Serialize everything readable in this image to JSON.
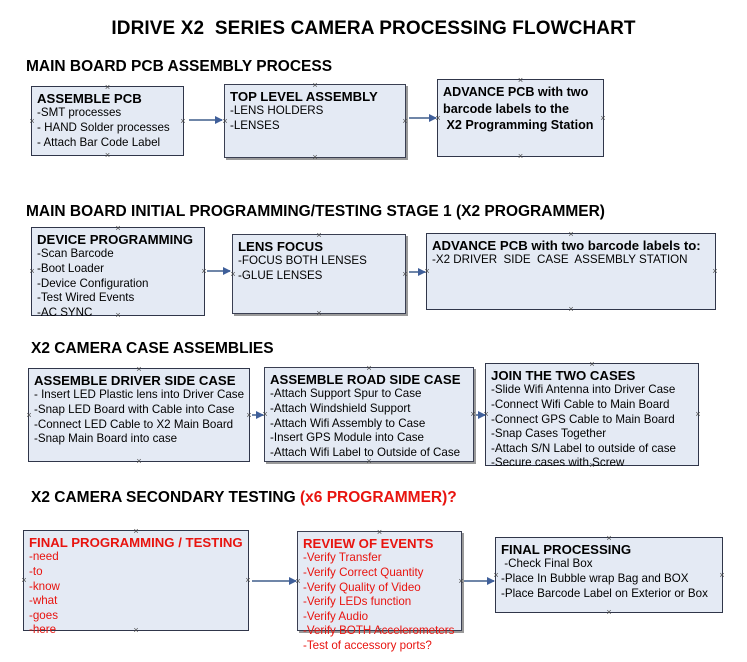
{
  "title": "IDRIVE X2  SERIES CAMERA PROCESSING FLOWCHART",
  "colors": {
    "node_fill": "#e4eaf4",
    "node_border": "#30364a",
    "arrow": "#6f86a8",
    "accent_red": "#e8140f",
    "text": "#000000"
  },
  "sections": [
    {
      "heading": "MAIN BOARD PCB ASSEMBLY PROCESS",
      "heading_accent": "",
      "nodes": [
        {
          "title": "ASSEMBLE PCB",
          "lines": [
            "-SMT processes",
            "- HAND Solder processes",
            "- Attach Bar Code Label"
          ],
          "red": false,
          "bold_body": false
        },
        {
          "title": "TOP LEVEL ASSEMBLY",
          "lines": [
            "-LENS HOLDERS",
            "-LENSES"
          ],
          "red": false,
          "bold_body": false
        },
        {
          "title": "ADVANCE PCB with two",
          "lines": [
            "barcode labels to the",
            " X2 Programming Station"
          ],
          "red": false,
          "bold_body": true
        }
      ]
    },
    {
      "heading": "MAIN BOARD INITIAL PROGRAMMING/TESTING STAGE 1 (X2 PROGRAMMER)",
      "heading_accent": "",
      "nodes": [
        {
          "title": "DEVICE PROGRAMMING",
          "lines": [
            "-Scan Barcode",
            "-Boot Loader",
            "-Device Configuration",
            "-Test Wired Events",
            "-AC SYNC"
          ],
          "red": false,
          "bold_body": false
        },
        {
          "title": "LENS FOCUS",
          "lines": [
            "-FOCUS BOTH LENSES",
            "-GLUE LENSES"
          ],
          "red": false,
          "bold_body": false
        },
        {
          "title": "ADVANCE PCB with two barcode labels to:",
          "lines": [
            "-X2 DRIVER  SIDE  CASE  ASSEMBLY STATION"
          ],
          "red": false,
          "bold_body": false
        }
      ]
    },
    {
      "heading": "X2 CAMERA CASE ASSEMBLIES",
      "heading_accent": "",
      "nodes": [
        {
          "title": "ASSEMBLE DRIVER SIDE CASE",
          "lines": [
            "- Insert LED Plastic lens into Driver Case",
            "-Snap LED Board with Cable into Case",
            "-Connect LED Cable to X2 Main Board",
            "-Snap Main Board into case"
          ],
          "red": false,
          "bold_body": false
        },
        {
          "title": "ASSEMBLE ROAD SIDE CASE",
          "lines": [
            "-Attach Support Spur to Case",
            "-Attach Windshield Support",
            "-Attach Wifi Assembly to Case",
            "-Insert GPS Module into Case",
            "-Attach Wifi Label to Outside of Case"
          ],
          "red": false,
          "bold_body": false
        },
        {
          "title": "JOIN THE TWO CASES",
          "lines": [
            "-Slide Wifi Antenna into Driver Case",
            "-Connect Wifi Cable to Main Board",
            "-Connect GPS Cable to Main Board",
            "-Snap Cases Together",
            "-Attach S/N Label to outside of case",
            "-Secure cases with Screw"
          ],
          "red": false,
          "bold_body": false
        }
      ]
    },
    {
      "heading": "X2 CAMERA SECONDARY TESTING ",
      "heading_accent": "(x6 PROGRAMMER)?",
      "nodes": [
        {
          "title": "FINAL PROGRAMMING / TESTING",
          "lines": [
            "-need",
            "-to",
            "-know",
            "-what",
            "-goes",
            "-here"
          ],
          "red": true,
          "bold_body": false
        },
        {
          "title": "REVIEW OF EVENTS",
          "lines": [
            "-Verify Transfer",
            "-Verify Correct Quantity",
            "-Verify Quality of Video",
            "-Verify LEDs function",
            "-Verify Audio",
            "-Verify BOTH Accelerometers",
            "-Test of accessory ports?"
          ],
          "red": true,
          "bold_body": false
        },
        {
          "title": "FINAL PROCESSING",
          "lines": [
            " -Check Final Box",
            "-Place In Bubble wrap Bag and BOX",
            "-Place Barcode Label on Exterior or Box"
          ],
          "red": false,
          "bold_body": false
        }
      ]
    }
  ]
}
